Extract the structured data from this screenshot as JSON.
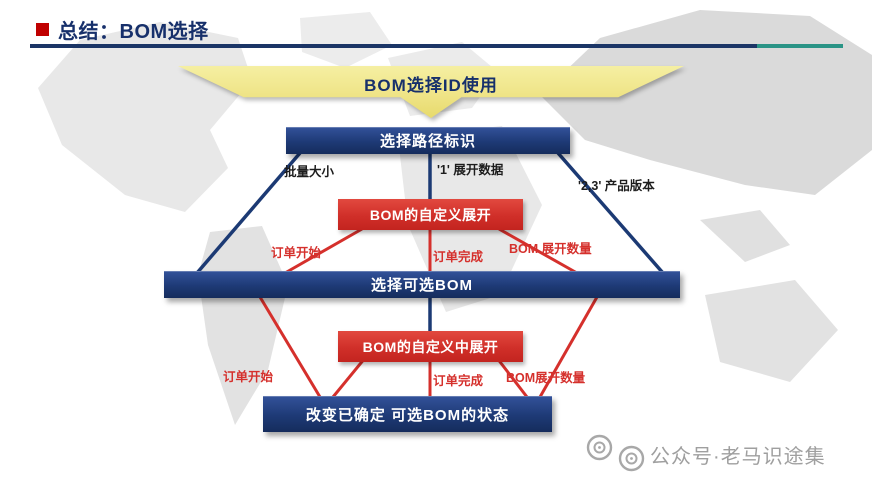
{
  "slide": {
    "title": "总结：BOM选择",
    "banner": "BOM选择ID使用"
  },
  "flowchart": {
    "nodes": {
      "path_id": "选择路径标识",
      "custom_expand": "BOM的自定义展开",
      "select_optional_bom": "选择可选BOM",
      "custom_mid_expand": "BOM的自定义中展开",
      "change_status": "改变已确定 可选BOM的状态"
    },
    "edge_labels": {
      "batch_size": "批量大小",
      "expand_data": "'1' 展开数据",
      "product_version": "'2,3' 产品版本",
      "order_start_1": "订单开始",
      "order_done_1": "订单完成",
      "bom_expand_qty_1": "BOM 展开数量",
      "order_start_2": "订单开始",
      "order_done_2": "订单完成",
      "bom_expand_qty_2": "BOM展开数量"
    }
  },
  "watermark": {
    "text": "公众号·老马识途集"
  },
  "colors": {
    "navy": "#1c3a74",
    "red": "#d5302c",
    "banner_yellow": "#efe487",
    "divider_navy": "#1b3566",
    "divider_teal": "#2a9486",
    "title_navy": "#17306b",
    "bullet_red": "#c00000",
    "watermark_gray": "#9f9f9f"
  }
}
